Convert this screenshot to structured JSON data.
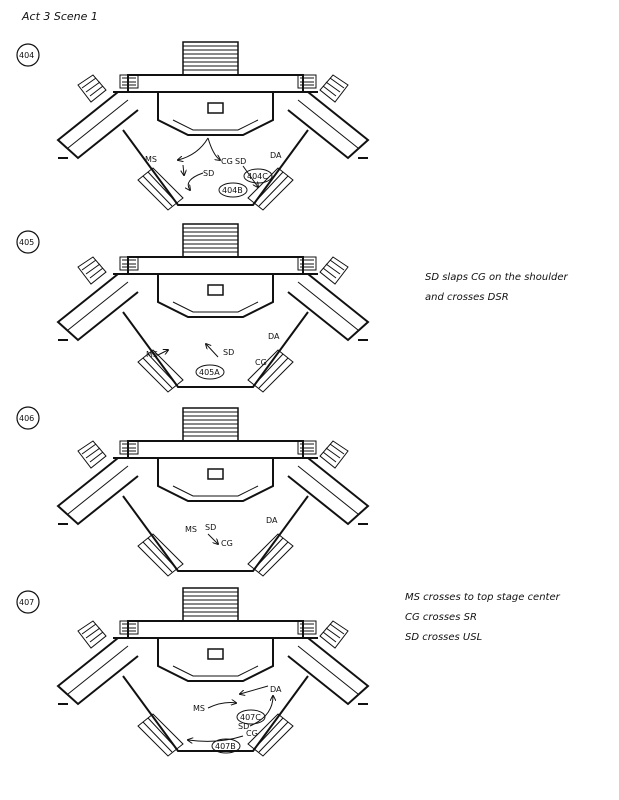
{
  "page_title": "Act 3 Scene 1",
  "scenes": [
    {
      "number": "404",
      "labels": {
        "ms": "MS",
        "cg": "CG",
        "sd": "SD",
        "da": "DA",
        "sd2": "SD",
        "cue_c": "404C",
        "cue_b": "404B"
      },
      "notes": []
    },
    {
      "number": "405",
      "labels": {
        "ms": "MS",
        "cg": "CG",
        "sd": "SD",
        "da": "DA",
        "cue_a": "405A"
      },
      "notes": [
        "SD slaps CG on the shoulder",
        "and crosses DSR"
      ]
    },
    {
      "number": "406",
      "labels": {
        "ms": "MS",
        "cg": "CG",
        "sd": "SD",
        "da": "DA"
      },
      "notes": []
    },
    {
      "number": "407",
      "labels": {
        "ms": "MS",
        "cg": "CG",
        "sd": "SD",
        "da": "DA",
        "cue_c": "407C",
        "cue_b": "407B"
      },
      "notes": [
        "MS crosses to top stage center",
        "CG crosses SR",
        "SD crosses USL"
      ]
    }
  ]
}
